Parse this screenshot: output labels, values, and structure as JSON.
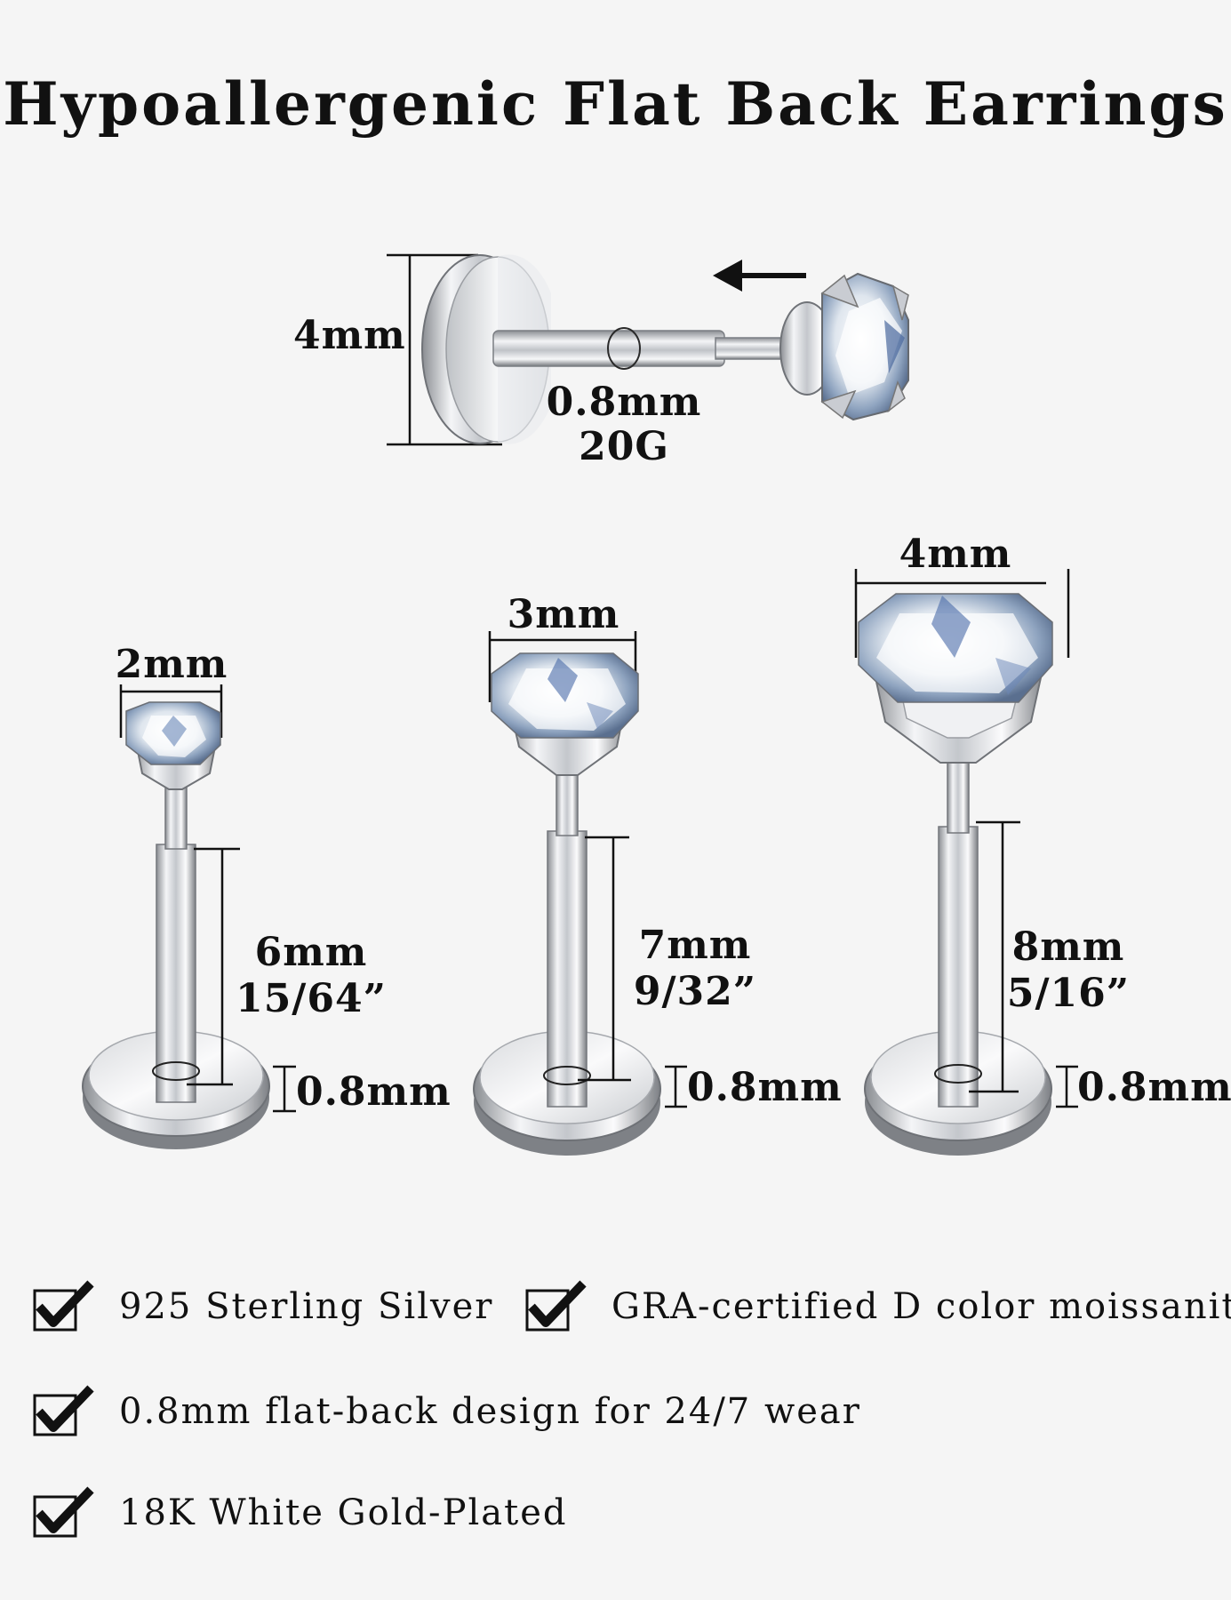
{
  "title": "Hypoallergenic Flat Back Earrings",
  "top_diagram": {
    "disc_height": "4mm",
    "post_diameter": "0.8mm",
    "gauge": "20G"
  },
  "studs": [
    {
      "stone_size": "2mm",
      "post_length_mm": "6mm",
      "post_length_in": "15/64”",
      "disc_thickness": "0.8mm"
    },
    {
      "stone_size": "3mm",
      "post_length_mm": "7mm",
      "post_length_in": "9/32”",
      "disc_thickness": "0.8mm"
    },
    {
      "stone_size": "4mm",
      "post_length_mm": "8mm",
      "post_length_in": "5/16”",
      "disc_thickness": "0.8mm"
    }
  ],
  "features": [
    "925 Sterling Silver",
    "GRA-certified D color moissanite.",
    "0.8mm flat-back design for 24/7 wear",
    "18K White Gold-Plated"
  ],
  "icons": {
    "check": "checkbox-check-icon",
    "arrow": "arrow-left-icon",
    "stud": "flat-back-stud-icon"
  }
}
